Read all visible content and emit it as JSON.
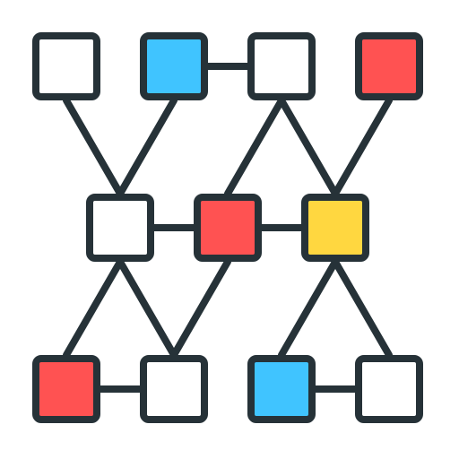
{
  "colors": {
    "outline": "#263238",
    "background": "#ffffff",
    "white": "#ffffff",
    "blue": "#40c4ff",
    "red": "#ff5252",
    "yellow": "#ffd740"
  },
  "nodes": [
    {
      "id": "r1c1",
      "row": 1,
      "col": 1,
      "fill": "white"
    },
    {
      "id": "r1c2",
      "row": 1,
      "col": 2,
      "fill": "blue"
    },
    {
      "id": "r1c3",
      "row": 1,
      "col": 3,
      "fill": "white"
    },
    {
      "id": "r1c4",
      "row": 1,
      "col": 4,
      "fill": "red"
    },
    {
      "id": "r2c1",
      "row": 2,
      "col": 1,
      "fill": "white"
    },
    {
      "id": "r2c2",
      "row": 2,
      "col": 2,
      "fill": "red"
    },
    {
      "id": "r2c3",
      "row": 2,
      "col": 3,
      "fill": "yellow"
    },
    {
      "id": "r3c1",
      "row": 3,
      "col": 1,
      "fill": "red"
    },
    {
      "id": "r3c2",
      "row": 3,
      "col": 2,
      "fill": "white"
    },
    {
      "id": "r3c3",
      "row": 3,
      "col": 3,
      "fill": "blue"
    },
    {
      "id": "r3c4",
      "row": 3,
      "col": 4,
      "fill": "white"
    }
  ],
  "edges": [
    {
      "from": "r1c2",
      "to": "r1c3",
      "kind": "horizontal"
    },
    {
      "from": "r2c1",
      "to": "r2c2",
      "kind": "horizontal"
    },
    {
      "from": "r2c2",
      "to": "r2c3",
      "kind": "horizontal"
    },
    {
      "from": "r3c1",
      "to": "r3c2",
      "kind": "horizontal"
    },
    {
      "from": "r3c3",
      "to": "r3c4",
      "kind": "horizontal"
    },
    {
      "from": "r1c1",
      "to": "r2c1",
      "kind": "diagonal"
    },
    {
      "from": "r1c2",
      "to": "r2c1",
      "kind": "diagonal"
    },
    {
      "from": "r1c3",
      "to": "r2c2",
      "kind": "diagonal"
    },
    {
      "from": "r1c3",
      "to": "r2c3",
      "kind": "diagonal"
    },
    {
      "from": "r1c4",
      "to": "r2c3",
      "kind": "diagonal"
    },
    {
      "from": "r2c1",
      "to": "r3c1",
      "kind": "diagonal"
    },
    {
      "from": "r2c1",
      "to": "r3c2",
      "kind": "diagonal"
    },
    {
      "from": "r2c2",
      "to": "r3c2",
      "kind": "diagonal"
    },
    {
      "from": "r2c3",
      "to": "r3c3",
      "kind": "diagonal"
    },
    {
      "from": "r2c3",
      "to": "r3c4",
      "kind": "diagonal"
    }
  ]
}
